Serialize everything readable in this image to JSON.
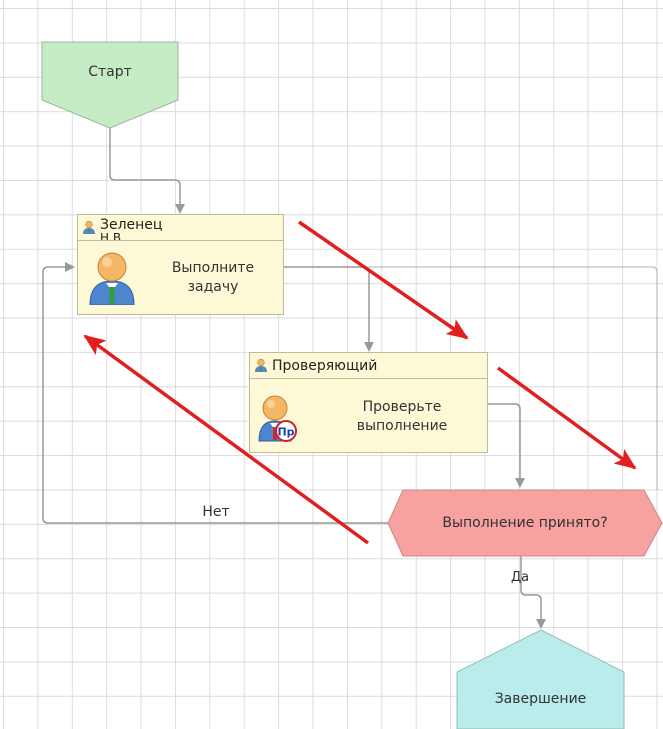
{
  "nodes": {
    "start": {
      "label": "Старт",
      "color": "#c6ecc6"
    },
    "task1": {
      "assignee": "Зеленец",
      "assignee_line2": "Н.В.",
      "text_line1": "Выполните",
      "text_line2": "задачу"
    },
    "task2": {
      "assignee": "Проверяющий",
      "text_line1": "Проверьте",
      "text_line2": "выполнение",
      "badge": "Пр"
    },
    "decision": {
      "label": "Выполнение принято?",
      "color": "#f7a1a1"
    },
    "end": {
      "label": "Завершение",
      "color": "#b9ecea"
    }
  },
  "edges": {
    "no_label": "Нет",
    "yes_label": "Да"
  },
  "colors": {
    "connector": "#999999",
    "annotation_arrow": "#e02020",
    "task_fill": "#fdf9d6"
  }
}
